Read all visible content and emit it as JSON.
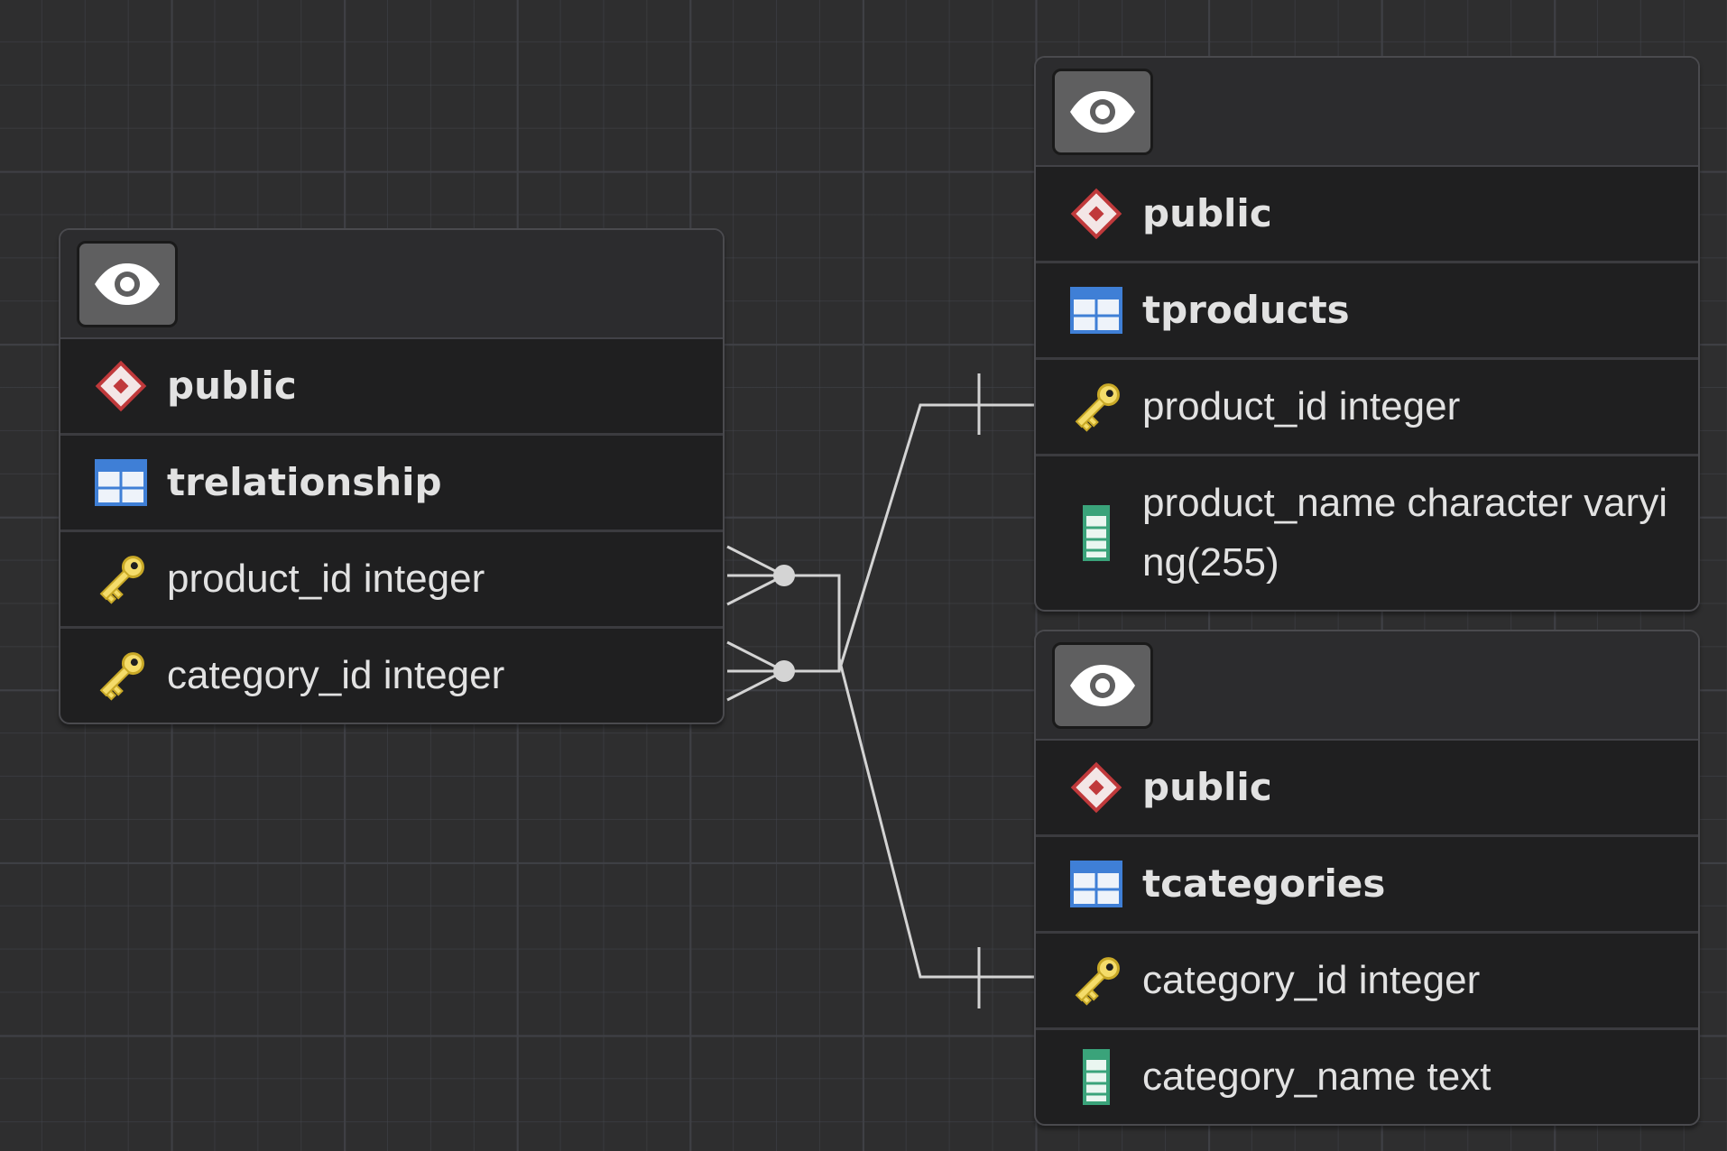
{
  "tables": [
    {
      "id": "trelationship",
      "header_icon": "eye-icon",
      "schema": "public",
      "name": "trelationship",
      "columns": [
        {
          "label": "product_id integer",
          "icon": "key-icon"
        },
        {
          "label": "category_id integer",
          "icon": "key-icon"
        }
      ]
    },
    {
      "id": "tproducts",
      "header_icon": "eye-icon",
      "schema": "public",
      "name": "tproducts",
      "columns": [
        {
          "label": "product_id integer",
          "icon": "key-icon"
        },
        {
          "label": "product_name character varying(255)",
          "icon": "column-icon"
        }
      ]
    },
    {
      "id": "tcategories",
      "header_icon": "eye-icon",
      "schema": "public",
      "name": "tcategories",
      "columns": [
        {
          "label": "category_id integer",
          "icon": "key-icon"
        },
        {
          "label": "category_name text",
          "icon": "column-icon"
        }
      ]
    }
  ],
  "relationships": [
    {
      "from_table": "trelationship",
      "from_column": "product_id integer",
      "to_table": "tproducts",
      "to_column": "product_id integer",
      "from_cardinality": "many",
      "to_cardinality": "one"
    },
    {
      "from_table": "trelationship",
      "from_column": "category_id integer",
      "to_table": "tcategories",
      "to_column": "category_id integer",
      "from_cardinality": "many",
      "to_cardinality": "one"
    }
  ],
  "colors": {
    "canvas": "#2e2e2f",
    "node_body": "#1f1f20",
    "node_header": "#2c2c2e",
    "text": "#e2e2e2",
    "connector": "#d4d4d4",
    "schema_icon": "#c0393b",
    "table_icon": "#3f7fd6",
    "key_icon": "#e8c84a",
    "column_icon": "#3aa37a"
  }
}
